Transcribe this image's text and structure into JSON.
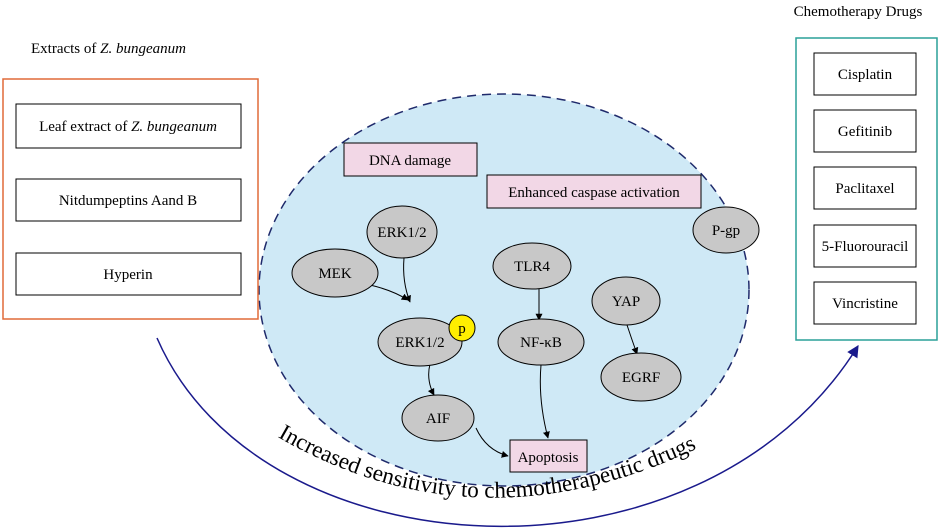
{
  "left_panel": {
    "title_prefix": "Extracts of ",
    "title_species": "Z. bungeanum",
    "items": [
      {
        "prefix": "Leaf extract of ",
        "species": "Z. bungeanum"
      },
      {
        "text": "Nitdumpeptins Aand B"
      },
      {
        "text": "Hyperin"
      }
    ],
    "border_color": "#e06a38"
  },
  "right_panel": {
    "title": "Chemotherapy Drugs",
    "items": [
      "Cisplatin",
      "Gefitinib",
      "Paclitaxel",
      "5-Fluorouracil",
      "Vincristine"
    ],
    "border_color": "#2aa198"
  },
  "center": {
    "fill_color": "#cfe9f6",
    "dash_color": "#1f2a6b",
    "effects": {
      "dna_damage": "DNA damage",
      "caspase": "Enhanced caspase activation",
      "apoptosis": "Apoptosis"
    },
    "effect_fill": "#f2d7e6",
    "node_fill": "#c8c8c8",
    "nodes": {
      "erk12_top": "ERK1/2",
      "mek": "MEK",
      "erk12_p": "ERK1/2",
      "phospho": "p",
      "aif": "AIF",
      "tlr4": "TLR4",
      "nfkb": "NF-κB",
      "yap": "YAP",
      "egrf": "EGRF",
      "pgp": "P-gp"
    },
    "phospho_color": "#ffee00"
  },
  "bottom_arc": {
    "text": "Increased sensitivity to chemotherapeutic drugs",
    "color": "#1a1a8c"
  }
}
